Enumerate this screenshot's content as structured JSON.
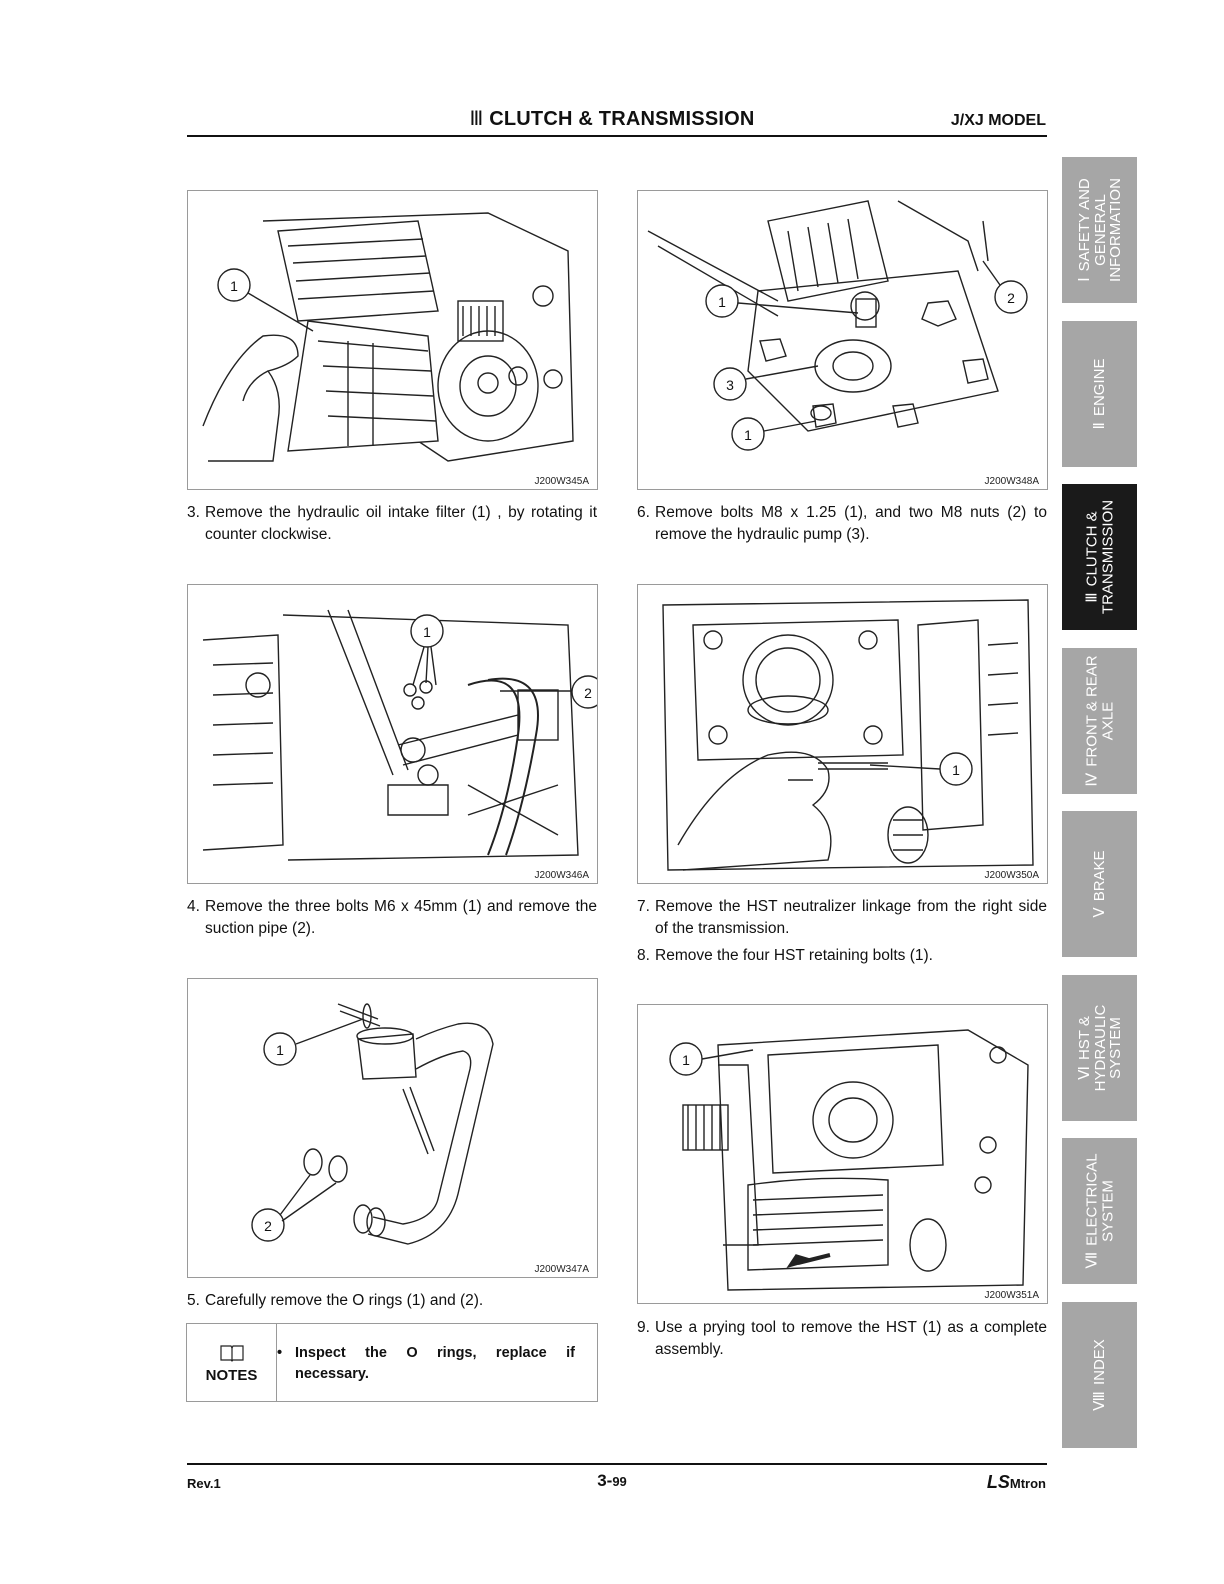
{
  "header": {
    "section_numeral": "Ⅲ",
    "title": "CLUTCH & TRANSMISSION",
    "model": "J/XJ MODEL"
  },
  "figures": [
    {
      "code": "J200W345A",
      "callouts": [
        "1"
      ]
    },
    {
      "code": "J200W348A",
      "callouts": [
        "1",
        "2",
        "3",
        "1"
      ]
    },
    {
      "code": "J200W346A",
      "callouts": [
        "1",
        "2"
      ]
    },
    {
      "code": "J200W350A",
      "callouts": [
        "1"
      ]
    },
    {
      "code": "J200W347A",
      "callouts": [
        "1",
        "2"
      ]
    },
    {
      "code": "J200W351A",
      "callouts": [
        "1"
      ]
    }
  ],
  "steps": [
    {
      "num": "3.",
      "text": "Remove the hydraulic oil intake filter (1) , by rotating it counter clockwise."
    },
    {
      "num": "6.",
      "text": "Remove bolts M8 x 1.25 (1), and two M8 nuts (2) to remove the hydraulic pump (3)."
    },
    {
      "num": "4.",
      "text": "Remove the three bolts M6 x 45mm (1) and remove the suction pipe (2)."
    },
    {
      "num": "7.",
      "text": "Remove the HST neutralizer linkage from the right side of the transmission."
    },
    {
      "num": "8.",
      "text": "Remove the four HST retaining bolts (1)."
    },
    {
      "num": "5.",
      "text": "Carefully remove the O rings (1) and (2)."
    },
    {
      "num": "9.",
      "text": "Use a prying tool to remove the HST (1) as a complete assembly."
    }
  ],
  "notes": {
    "label": "NOTES",
    "bullet": "•",
    "text": "Inspect the O rings, replace if necessary."
  },
  "side_tabs": [
    {
      "numeral": "Ⅰ",
      "label": "SAFETY AND GENERAL INFORMATION",
      "active": false
    },
    {
      "numeral": "Ⅱ",
      "label": "ENGINE",
      "active": false
    },
    {
      "numeral": "Ⅲ",
      "label": "CLUTCH & TRANSMISSION",
      "active": true
    },
    {
      "numeral": "Ⅳ",
      "label": "FRONT & REAR AXLE",
      "active": false
    },
    {
      "numeral": "Ⅴ",
      "label": "BRAKE",
      "active": false
    },
    {
      "numeral": "Ⅵ",
      "label": "HST & HYDRAULIC SYSTEM",
      "active": false
    },
    {
      "numeral": "Ⅶ",
      "label": "ELECTRICAL SYSTEM",
      "active": false
    },
    {
      "numeral": "Ⅷ",
      "label": "INDEX",
      "active": false
    }
  ],
  "footer": {
    "rev": "Rev.1",
    "page_section": "3-",
    "page_number": "99",
    "brand": "LS",
    "brand_suffix": "Mtron"
  },
  "colors": {
    "tab_inactive": "#a6a6a6",
    "tab_active": "#1a1a1a",
    "rule": "#111111"
  }
}
